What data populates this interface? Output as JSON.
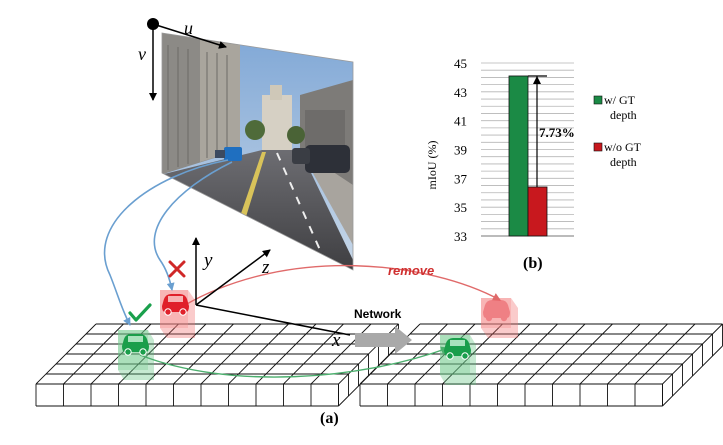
{
  "figure": {
    "panel_a_label": "(a)",
    "panel_b_label": "(b)"
  },
  "image_axes": {
    "u": "u",
    "v": "v"
  },
  "world_axes": {
    "x": "x",
    "y": "y",
    "z": "z"
  },
  "labels": {
    "remove": "remove",
    "network": "Network"
  },
  "colors": {
    "green": "#1a9e4b",
    "red": "#e0202a",
    "bar_green": "#1b8a45",
    "bar_red": "#c8181e",
    "curve_blue": "#6a9fd0"
  },
  "icons": [
    "check-icon",
    "cross-icon",
    "car-icon"
  ],
  "chart_data": {
    "type": "bar",
    "ylabel": "mIoU (%)",
    "yticks": [
      33,
      35,
      37,
      39,
      41,
      43,
      45
    ],
    "ylim": [
      33,
      45
    ],
    "grid": true,
    "categories": [
      "w/ GT depth",
      "w/o GT depth"
    ],
    "values": [
      44.1,
      36.4
    ],
    "series_colors": [
      "#1b8a45",
      "#c8181e"
    ],
    "legend": [
      {
        "label_line1": "w/ GT",
        "label_line2": "depth",
        "color": "#1b8a45"
      },
      {
        "label_line1": "w/o GT",
        "label_line2": "depth",
        "color": "#c8181e"
      }
    ],
    "legend_position": "right",
    "annotation": "7.73%"
  }
}
